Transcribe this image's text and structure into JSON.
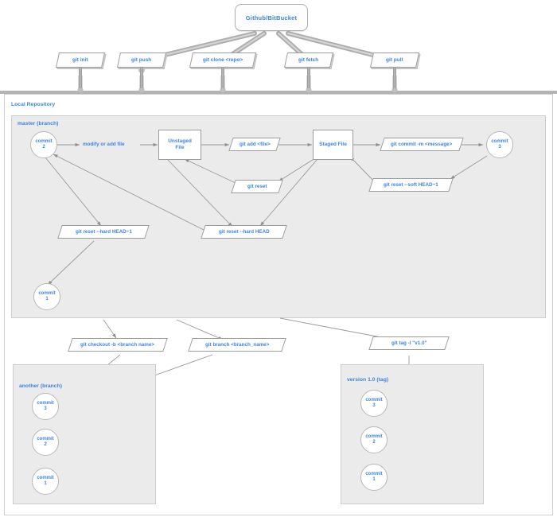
{
  "diagram": {
    "title": "Git Workflow Diagram",
    "colors": {
      "text_blue": "#3d85e0",
      "edge_gray": "#9a9a9a",
      "group_fill": "#ebebeb",
      "node_border": "#9c9c9c",
      "thick_connector": "#a8a8a8"
    }
  },
  "remote": {
    "label": "Github/BitBucket",
    "commands": [
      {
        "label": "git init"
      },
      {
        "label": "git push"
      },
      {
        "label": "git clone <repo>"
      },
      {
        "label": "git fetch"
      },
      {
        "label": "git pull"
      }
    ]
  },
  "local_repository": {
    "label": "Local Repository",
    "master": {
      "label": "master (branch)",
      "commits": [
        {
          "name": "commit",
          "number": "2"
        },
        {
          "name": "commit",
          "number": "3"
        },
        {
          "name": "commit",
          "number": "1"
        }
      ],
      "states": [
        {
          "line1": "Unstaged",
          "line2": "File"
        },
        {
          "line1": "Staged File",
          "line2": ""
        }
      ],
      "edges": [
        {
          "label": "modify or add file",
          "shape": "text"
        },
        {
          "label": "git add <file>",
          "shape": "parallelogram"
        },
        {
          "label": "git reset",
          "shape": "parallelogram"
        },
        {
          "label": "git commit -m <message>",
          "shape": "parallelogram"
        },
        {
          "label": "git reset --soft HEAD~1",
          "shape": "parallelogram"
        },
        {
          "label": "git reset --hard HEAD~1",
          "shape": "parallelogram"
        },
        {
          "label": "git reset --hard HEAD",
          "shape": "parallelogram"
        }
      ]
    },
    "branch_commands": [
      {
        "label": "git checkout -b <branch name>"
      },
      {
        "label": "git branch <branch_name>"
      },
      {
        "label": "git tag -l \"v1.0\""
      }
    ],
    "another_branch": {
      "label": "another (branch)",
      "commits": [
        {
          "name": "commit",
          "number": "3"
        },
        {
          "name": "commit",
          "number": "2"
        },
        {
          "name": "commit",
          "number": "1"
        }
      ]
    },
    "version_tag": {
      "label": "version 1.0 (tag)",
      "commits": [
        {
          "name": "commit",
          "number": "3"
        },
        {
          "name": "commit",
          "number": "2"
        },
        {
          "name": "commit",
          "number": "1"
        }
      ]
    }
  }
}
